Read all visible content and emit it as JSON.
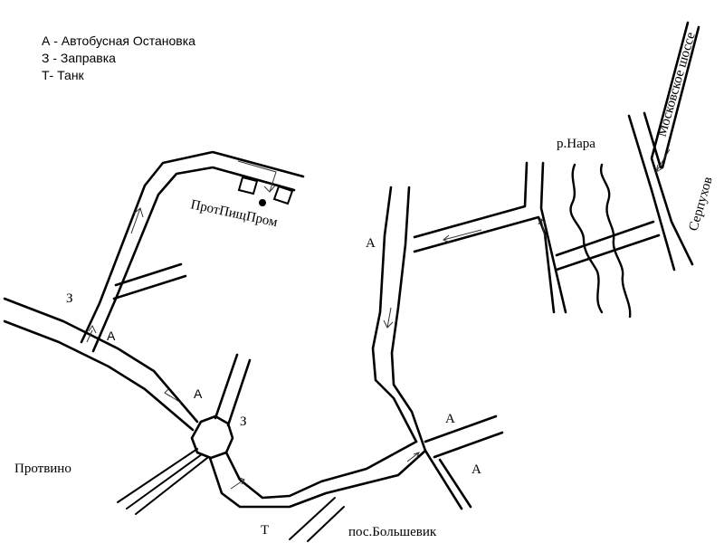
{
  "legend": {
    "a": "А - Автобусная Остановка",
    "z": "З - Заправка",
    "t": "Т- Танк"
  },
  "labels": {
    "protvino": "Протвино",
    "protpishchprom": "ПротПищПром",
    "nara": "р.Нара",
    "moskovskoe": "Московское шоссе",
    "serpukhov": "Серпухов",
    "bolshevik": "пос.Большевик",
    "stop_a1": "А",
    "stop_a2": "А",
    "stop_a3": "А",
    "stop_a4": "А",
    "stop_a5": "А",
    "fuel_z1": "З",
    "fuel_z2": "З",
    "tank_t": "Т"
  }
}
